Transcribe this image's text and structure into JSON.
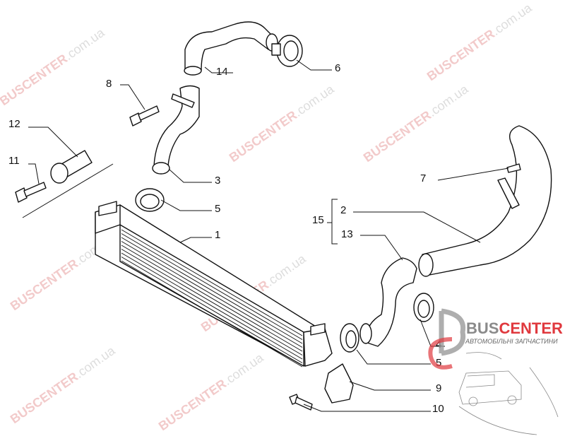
{
  "diagram": {
    "title": "Intercooler and charge air hoses",
    "callouts": {
      "c1": "1",
      "c2": "2",
      "c3": "3",
      "c4": "4",
      "c5a": "5",
      "c5b": "5",
      "c6": "6",
      "c7": "7",
      "c8": "8",
      "c9": "9",
      "c10": "10",
      "c11": "11",
      "c12": "12",
      "c13": "13",
      "c14": "14",
      "c15": "15"
    }
  },
  "watermark": {
    "text_brand": "BUSCENTER",
    "text_domain": ".com.ua"
  },
  "logo": {
    "brand_part1": "BUS",
    "brand_part2": "CENTER",
    "tagline": "АВТОМОБІЛЬНІ ЗАПЧАСТИНИ",
    "brand_color1": "#8a8a8a",
    "brand_color2": "#e0393e"
  }
}
